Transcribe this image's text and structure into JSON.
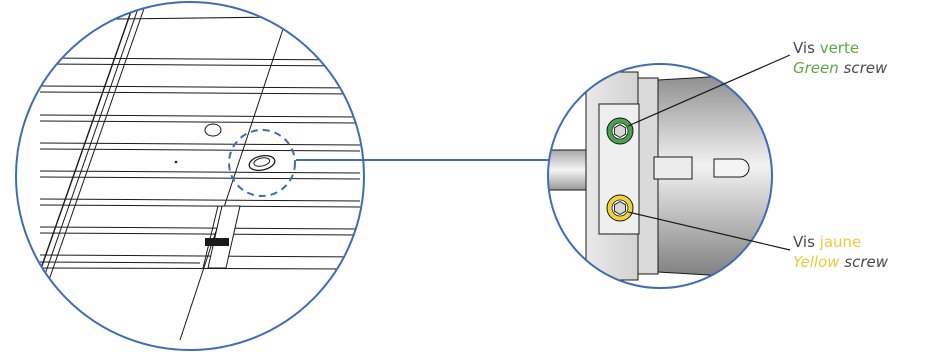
{
  "colors": {
    "outline": "#3f6db3",
    "line": "#1a1a1a",
    "green": "#4aa24a",
    "yellow": "#f0d43a",
    "text": "#4a4a4a",
    "green_text": "#5aa845",
    "yellow_text": "#efc83a"
  },
  "callouts": {
    "green_screw": {
      "fr_prefix": "Vis ",
      "fr_word": "verte",
      "en_word": "Green",
      "en_suffix": " screw"
    },
    "yellow_screw": {
      "fr_prefix": "Vis ",
      "fr_word": "jaune",
      "en_word": "Yellow",
      "en_suffix": " screw"
    }
  },
  "icons": [
    "green-hex-screw-icon",
    "yellow-hex-screw-icon"
  ]
}
